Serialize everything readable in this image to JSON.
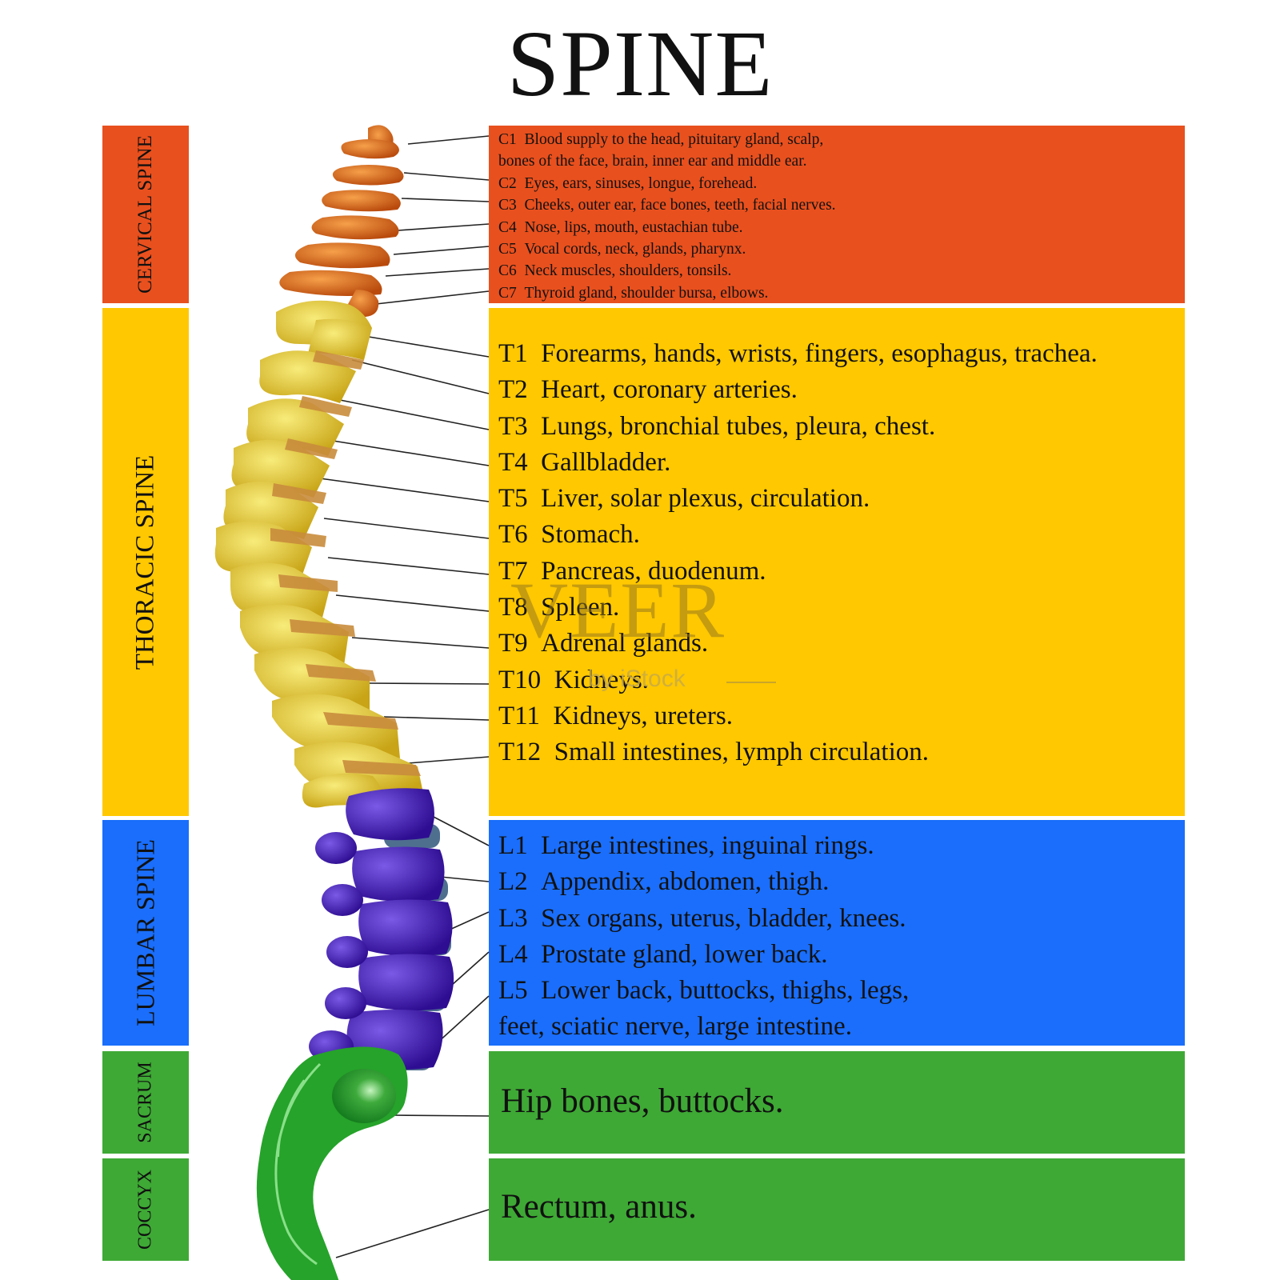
{
  "title": "SPINE",
  "colors": {
    "cervical": "#e8501e",
    "thoracic": "#ffc800",
    "lumbar": "#1a6efb",
    "sacrum": "#3ea935",
    "coccyx": "#3ea935"
  },
  "regions": [
    {
      "key": "cervical",
      "label": "CERVICAL SPINE"
    },
    {
      "key": "thoracic",
      "label": "THORACIC SPINE"
    },
    {
      "key": "lumbar",
      "label": "LUMBAR SPINE"
    },
    {
      "key": "sacrum",
      "label": "SACRUM"
    },
    {
      "key": "coccyx",
      "label": "COCCYX"
    }
  ],
  "cervical": [
    {
      "code": "C1",
      "text": "Blood supply to the head, pituitary gland, scalp,",
      "cont": "bones of the face, brain, inner ear and middle ear."
    },
    {
      "code": "C2",
      "text": "Eyes, ears, sinuses, longue, forehead."
    },
    {
      "code": "C3",
      "text": "Cheeks, outer ear, face bones, teeth, facial nerves."
    },
    {
      "code": "C4",
      "text": "Nose, lips, mouth, eustachian tube."
    },
    {
      "code": "C5",
      "text": "Vocal cords, neck, glands, pharynx."
    },
    {
      "code": "C6",
      "text": "Neck muscles, shoulders, tonsils."
    },
    {
      "code": "C7",
      "text": "Thyroid gland, shoulder bursa, elbows."
    }
  ],
  "thoracic": [
    {
      "code": "T1",
      "text": "Forearms, hands, wrists, fingers, esophagus, trachea."
    },
    {
      "code": "T2",
      "text": "Heart, coronary arteries."
    },
    {
      "code": "T3",
      "text": "Lungs, bronchial tubes, pleura, chest."
    },
    {
      "code": "T4",
      "text": "Gallbladder."
    },
    {
      "code": "T5",
      "text": "Liver, solar plexus, circulation."
    },
    {
      "code": "T6",
      "text": "Stomach."
    },
    {
      "code": "T7",
      "text": "Pancreas, duodenum."
    },
    {
      "code": "T8",
      "text": "Spleen."
    },
    {
      "code": "T9",
      "text": "Adrenal glands."
    },
    {
      "code": "T10",
      "text": "Kidneys."
    },
    {
      "code": "T11",
      "text": "Kidneys, ureters."
    },
    {
      "code": "T12",
      "text": "Small intestines, lymph circulation."
    }
  ],
  "lumbar": [
    {
      "code": "L1",
      "text": "Large intestines, inguinal rings."
    },
    {
      "code": "L2",
      "text": "Appendix, abdomen, thigh."
    },
    {
      "code": "L3",
      "text": "Sex organs, uterus, bladder, knees."
    },
    {
      "code": "L4",
      "text": "Prostate gland, lower back."
    },
    {
      "code": "L5",
      "text": "Lower back, buttocks, thighs, legs,",
      "cont": "feet, sciatic nerve, large intestine."
    }
  ],
  "sacrum": {
    "text": "Hip bones, buttocks."
  },
  "coccyx": {
    "text": "Rectum, anus."
  },
  "watermark": {
    "main": "VEER",
    "sub": "by iStock"
  }
}
